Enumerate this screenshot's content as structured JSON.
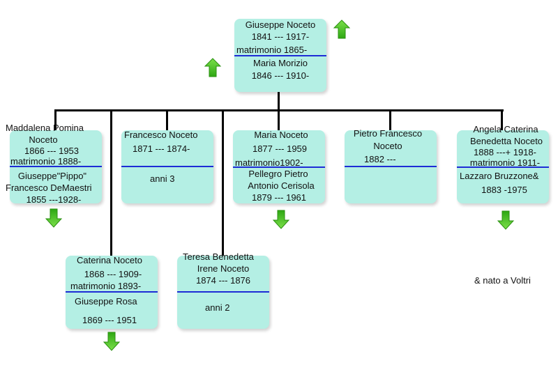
{
  "root": {
    "name": "Giuseppe Noceto",
    "dates": "1841 --- 1917-",
    "marriage": "matrimonio 1865-",
    "spouse": "Maria Morizio",
    "spouse_dates": "1846 --- 1910-"
  },
  "children": {
    "maddalena": {
      "name_line1": "Maddalena Pomina",
      "name_line2": "Noceto",
      "dates": "1866 --- 1953",
      "marriage": "matrimonio 1888-",
      "spouse_line1": "Giuseppe\"Pippo\"",
      "spouse_line2": "Francesco DeMaestri",
      "spouse_dates": "1855 ---1928-"
    },
    "francesco": {
      "name": "Francesco Noceto",
      "dates": "1871 --- 1874-",
      "note": "anni 3"
    },
    "maria": {
      "name": "Maria Noceto",
      "dates": "1877 --- 1959",
      "marriage": "matrimonio1902-",
      "spouse_line1": "Pellegro Pietro",
      "spouse_line2": "Antonio Cerisola",
      "spouse_dates": "1879 --- 1961"
    },
    "pietro": {
      "name_line1": "Pietro Francesco",
      "name_line2": "Noceto",
      "dates": "1882 ---"
    },
    "angela": {
      "name_line1": "Angela Caterina",
      "name_line2": "Benedetta Noceto",
      "dates": "1888 ---+ 1918-",
      "marriage": "matrimonio 1911-",
      "spouse": "Lazzaro Bruzzone&",
      "spouse_dates": "1883 -1975"
    },
    "caterina": {
      "name": "Caterina Noceto",
      "dates": "1868 --- 1909-",
      "marriage": "matrimonio 1893-",
      "spouse": "Giuseppe Rosa",
      "spouse_dates": "1869 --- 1951"
    },
    "teresa": {
      "name_line1": "Teresa Benedetta",
      "name_line2": "Irene Noceto",
      "dates": "1874 --- 1876",
      "note": "anni 2"
    }
  },
  "footnote": "& nato a Voltri",
  "colors": {
    "box_fill": "#b4efe4",
    "separator": "#1d2bd6",
    "arrow_fill": "#3dbe1c",
    "connector": "#000000"
  },
  "icons": {
    "up": "arrow-up-icon",
    "down": "arrow-down-icon"
  }
}
